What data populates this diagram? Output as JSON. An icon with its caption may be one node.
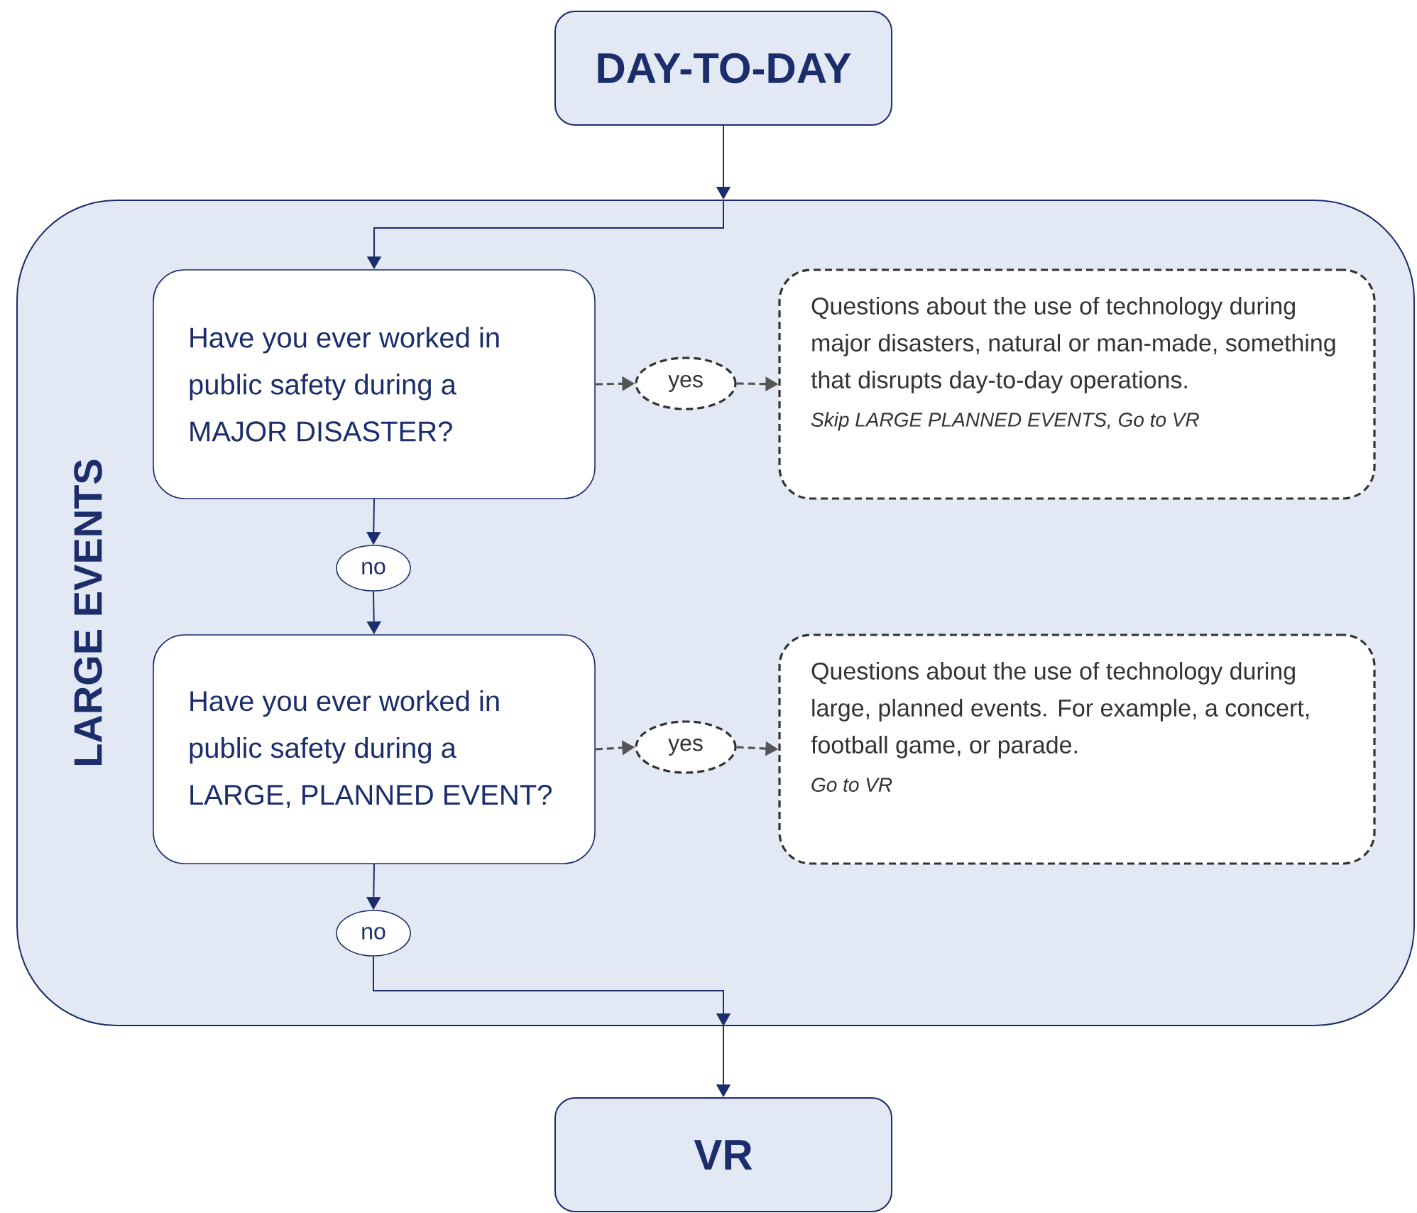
{
  "diagram": {
    "nodes": [
      {
        "text": [
          "DAY-TO-DAY"
        ]
      },
      {
        "text": [
          "LARGE EVENTS"
        ]
      },
      {
        "text": [
          "Have you ever worked in public safety during a MAJOR DISASTER?"
        ],
        "in": 1
      },
      {
        "text": [
          "yes"
        ],
        "in": 1
      },
      {
        "text": [
          "Questions about the use of technology during major disasters, natural or man-made, something that disrupts day-to-day operations.",
          "Skip LARGE PLANNED EVENTS, Go to VR"
        ],
        "in": 1
      },
      {
        "text": [
          "no"
        ],
        "in": 1
      },
      {
        "text": [
          "Have you ever worked in public safety during a LARGE, PLANNED EVENT?"
        ],
        "in": 1
      },
      {
        "text": [
          "yes"
        ],
        "in": 1
      },
      {
        "text": [
          "Questions about the use of technology during large, planned events. For example, a concert, football game, or parade.",
          "Go to VR"
        ],
        "in": 1
      },
      {
        "text": [
          "no"
        ],
        "in": 1
      },
      {
        "text": [
          "VR"
        ]
      }
    ],
    "edges": [
      {
        "from": 0,
        "to": 1,
        "arrow": "to"
      },
      {
        "from": 1,
        "to": 2,
        "arrow": "to"
      },
      {
        "from": 2,
        "to": 3,
        "arrow": "to",
        "style": "dashed",
        "color": "#555555"
      },
      {
        "from": 3,
        "to": 4,
        "arrow": "to",
        "style": "dashed",
        "color": "#555555"
      },
      {
        "from": 2,
        "to": 5,
        "arrow": "to"
      },
      {
        "from": 5,
        "to": 6,
        "arrow": "to"
      },
      {
        "from": 6,
        "to": 7,
        "arrow": "to",
        "style": "dashed",
        "color": "#555555"
      },
      {
        "from": 7,
        "to": 8,
        "arrow": "to",
        "style": "dashed",
        "color": "#555555"
      },
      {
        "from": 6,
        "to": 9,
        "arrow": "to"
      },
      {
        "from": 9,
        "to": 1,
        "arrow": "to"
      },
      {
        "from": 1,
        "to": 10,
        "arrow": "to"
      }
    ]
  }
}
